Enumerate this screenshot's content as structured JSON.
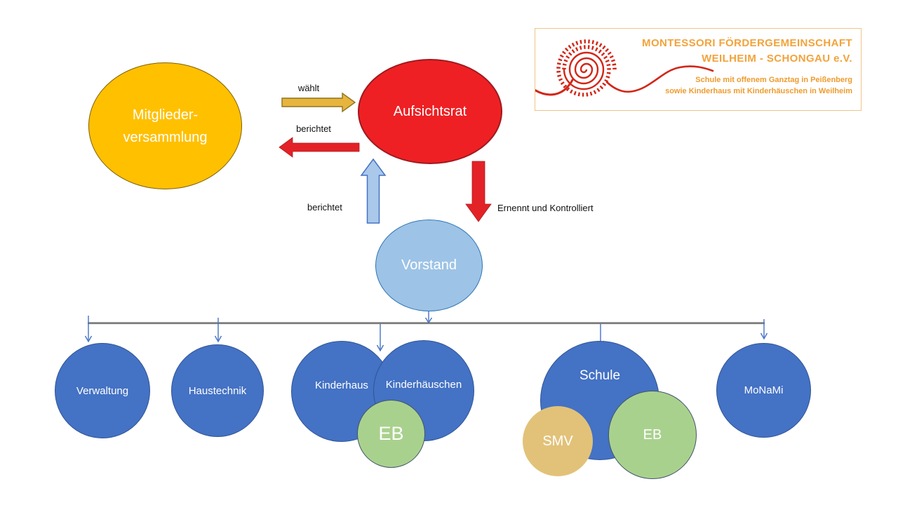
{
  "logo": {
    "line1": "MONTESSORI  FÖRDERGEMEINSCHAFT",
    "line2": "WEILHEIM - SCHONGAU e.V.",
    "line3": "Schule mit offenem Ganztag in Peißenberg",
    "line4": "sowie Kinderhaus mit Kinderhäuschen in Weilheim",
    "accent_color": "#F2A33C",
    "spiral_color": "#D22618"
  },
  "diagram": {
    "mitglieder": {
      "line1": "Mitglieder-",
      "line2": "versammlung",
      "fill": "#FFC000"
    },
    "aufsichtsrat": {
      "label": "Aufsichtsrat",
      "fill": "#EE2024"
    },
    "vorstand": {
      "label": "Vorstand",
      "fill": "#9DC3E6"
    },
    "edges": {
      "waehlt": "wählt",
      "berichtet_top": "berichtet",
      "berichtet_up": "berichtet",
      "ernennt": "Ernennt und Kontrolliert"
    },
    "units": [
      {
        "label": "Verwaltung"
      },
      {
        "label": "Haustechnik"
      },
      {
        "label": "Kinderhaus"
      },
      {
        "label": "Kinderhäuschen"
      },
      {
        "label": "Schule"
      },
      {
        "label": "MoNaMi"
      }
    ],
    "subunits": [
      {
        "label": "EB"
      },
      {
        "label": "SMV"
      },
      {
        "label": "EB"
      }
    ],
    "colors": {
      "unit_fill": "#4472C4",
      "sub_green": "#A9D18E",
      "sub_tan": "#E2C279",
      "connector_gray": "#7F7F7F",
      "drop_arrow_blue": "#4472C4",
      "arrow_yellow": "#E7B43E",
      "arrow_red": "#E32227",
      "arrow_lightblue": "#AAC8EA"
    }
  }
}
